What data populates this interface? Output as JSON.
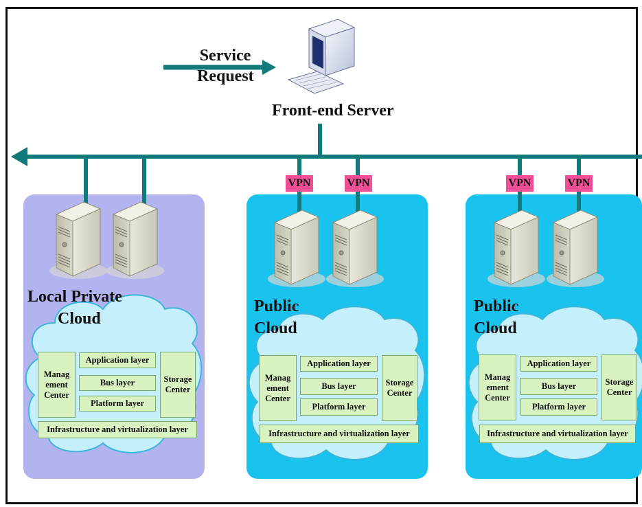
{
  "service_request": [
    "Service",
    "Request"
  ],
  "front_end_server": "Front-end Server",
  "vpn_label": "VPN",
  "clouds": [
    {
      "title": [
        "Local Private",
        "Cloud"
      ],
      "management": [
        "Manag",
        "ement",
        "Center"
      ],
      "application": "Application layer",
      "bus": "Bus layer",
      "platform": "Platform layer",
      "storage": [
        "Storage",
        "Center"
      ],
      "infrastructure": "Infrastructure and virtualization layer"
    },
    {
      "title": [
        "Public",
        "Cloud"
      ],
      "management": [
        "Manag",
        "ement",
        "Center"
      ],
      "application": "Application layer",
      "bus": "Bus layer",
      "platform": "Platform layer",
      "storage": [
        "Storage",
        "Center"
      ],
      "infrastructure": "Infrastructure and virtualization layer"
    },
    {
      "title": [
        "Public",
        "Cloud"
      ],
      "management": [
        "Manag",
        "ement",
        "Center"
      ],
      "application": "Application layer",
      "bus": "Bus layer",
      "platform": "Platform layer",
      "storage": [
        "Storage",
        "Center"
      ],
      "infrastructure": "Infrastructure and virtualization layer"
    }
  ],
  "colors": {
    "bus_line": "#117a7a",
    "private_panel": "#b3b3ef",
    "public_panel": "#19c3ee",
    "cloud_fill": "#c5f0fb",
    "cloud_stroke": "#3bb5d8",
    "layer_box": "#d9f2c2",
    "vpn": "#f04e96"
  }
}
